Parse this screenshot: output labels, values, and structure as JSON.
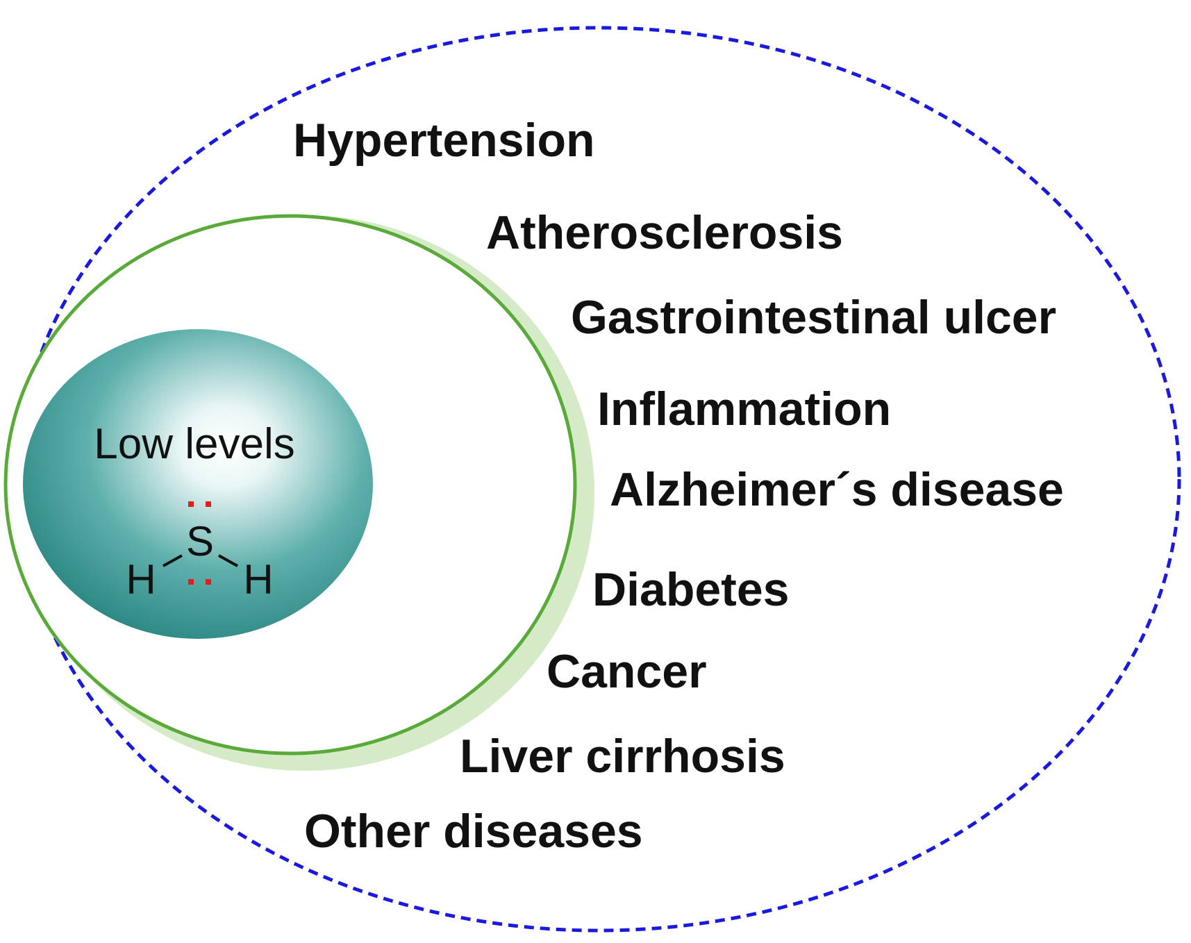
{
  "diagram": {
    "center": {
      "label": "Low levels",
      "molecule": {
        "central_atom": "S",
        "left_atom": "H",
        "right_atom": "H"
      }
    },
    "diseases": [
      "Hypertension",
      "Atherosclerosis",
      "Gastrointestinal ulcer",
      "Inflammation",
      "Alzheimer´s disease",
      "Diabetes",
      "Cancer",
      "Liver cirrhosis",
      "Other diseases"
    ],
    "colors": {
      "outer_dashed_ellipse": "#1a1adf",
      "green_circle": "#5aaa3a",
      "green_glow": "#d5ebc8",
      "teal_dark": "#1f7d78",
      "teal_light": "#e9f6f5",
      "lone_pair_dots": "#e02020",
      "text": "#111111"
    }
  }
}
